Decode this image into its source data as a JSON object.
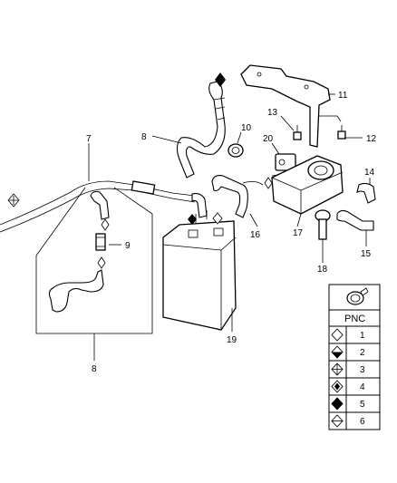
{
  "callouts": {
    "c7": "7",
    "c8a": "8",
    "c8b": "8",
    "c9": "9",
    "c10": "10",
    "c11": "11",
    "c12": "12",
    "c13": "13",
    "c14": "14",
    "c15": "15",
    "c16": "16",
    "c17": "17",
    "c18": "18",
    "c19": "19",
    "c20": "20"
  },
  "legend": {
    "header": "PNC",
    "rows": [
      "1",
      "2",
      "3",
      "4",
      "5",
      "6"
    ],
    "clamp_icon": "hose-clamp-icon",
    "row_icons": [
      "diamond-outline-icon",
      "diamond-half-filled-icon",
      "diamond-cross-icon",
      "diamond-dot-icon",
      "diamond-filled-icon",
      "diamond-line-icon"
    ]
  }
}
